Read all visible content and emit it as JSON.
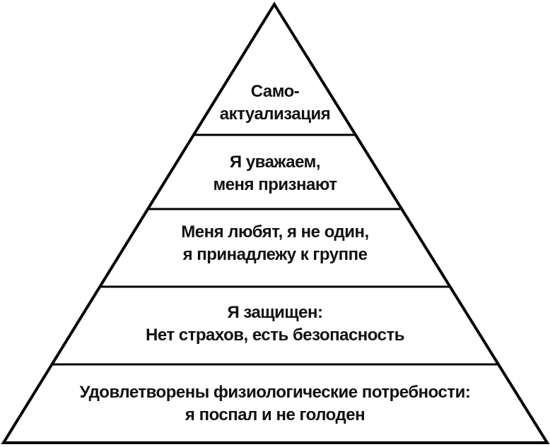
{
  "diagram": {
    "type": "pyramid",
    "line_color": "#000000",
    "background": "#ffffff",
    "levels": [
      {
        "line1": "Само-",
        "line2": "актуализация"
      },
      {
        "line1": "Я уважаем,",
        "line2": "меня признают"
      },
      {
        "line1": "Меня любят, я не один,",
        "line2": "я принадлежу к группе"
      },
      {
        "line1": "Я защищен:",
        "line2": "Нет страхов, есть безопасность"
      },
      {
        "line1": "Удовлетворены физиологические потребности:",
        "line2": "я поспал и не голоден"
      }
    ]
  }
}
